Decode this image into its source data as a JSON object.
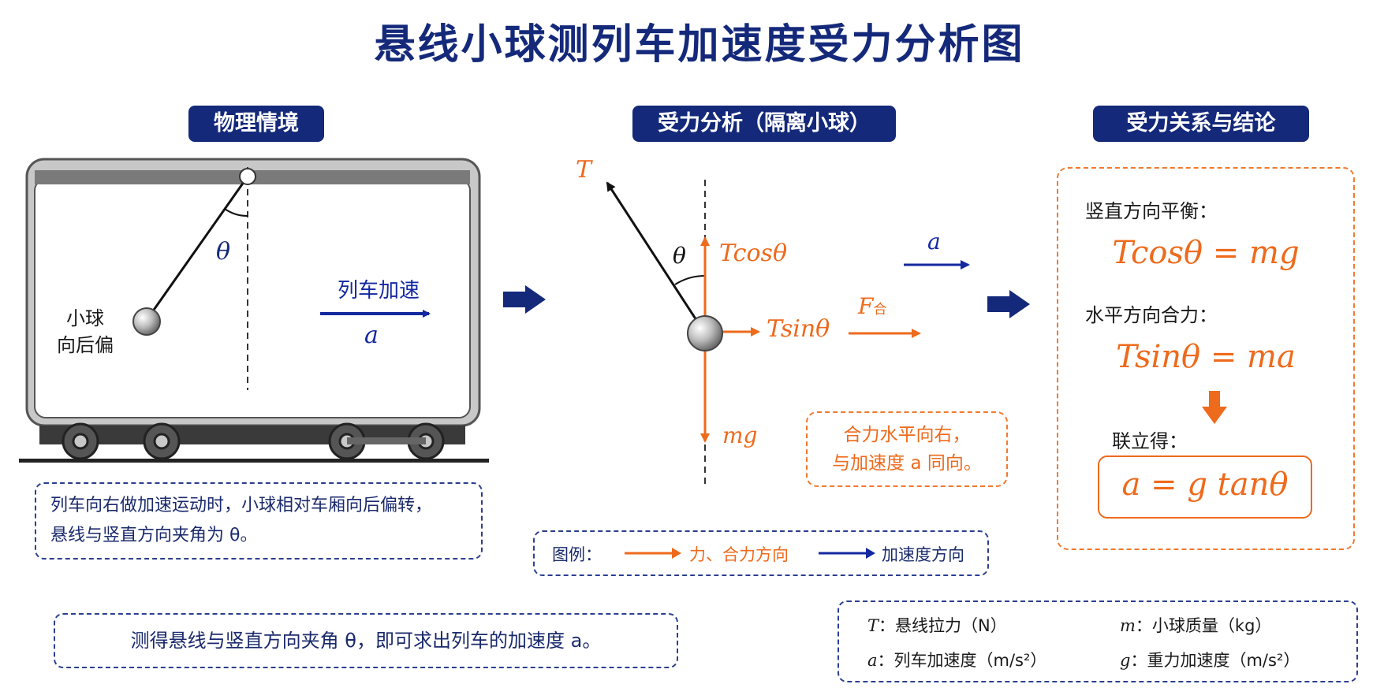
{
  "title": "悬线小球测列车加速度受力分析图",
  "panels": {
    "scene": "物理情境",
    "forces": "受力分析（隔离小球）",
    "conclusion": "受力关系与结论"
  },
  "scene": {
    "ball_label_line1": "小球",
    "ball_label_line2": "向后偏",
    "theta": "θ",
    "accel_label": "列车加速",
    "accel_symbol": "a"
  },
  "scene_note": {
    "line1": "列车向右做加速运动时，小球相对车厢向后偏转，",
    "line2": "悬线与竖直方向夹角为 θ。"
  },
  "forces": {
    "T": "T",
    "theta": "θ",
    "Tcos": "Tcosθ",
    "Tsin": "Tsinθ",
    "mg": "mg",
    "a": "a",
    "F_main": "F",
    "F_sub": "合",
    "net_note_line1": "合力水平向右，",
    "net_note_line2": "与加速度 a 同向。"
  },
  "legend": {
    "title": "图例：",
    "force": "力、合力方向",
    "accel": "加速度方向"
  },
  "conclusion": {
    "vertical_label": "竖直方向平衡：",
    "vertical_eq": "Tcosθ = mg",
    "horizontal_label": "水平方向合力：",
    "horizontal_eq": "Tsinθ = ma",
    "combine_label": "联立得：",
    "result": "a = g tanθ"
  },
  "bottom_note": "测得悬线与竖直方向夹角 θ，即可求出列车的加速度 a。",
  "symbols": {
    "T_sym": "T",
    "T_desc": "：悬线拉力（N）",
    "m_sym": "m",
    "m_desc": "：小球质量（kg）",
    "a_sym": "a",
    "a_desc": "：列车加速度（m/s²）",
    "g_sym": "g",
    "g_desc": "：重力加速度（m/s²）"
  },
  "colors": {
    "navy": "#14297a",
    "force_orange": "#ee6a1c",
    "accel_blue": "#1429a0"
  }
}
